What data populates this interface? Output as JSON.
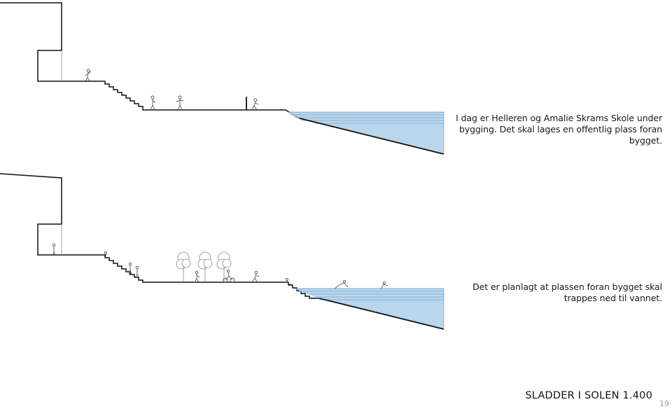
{
  "captions": {
    "top": "I dag er Helleren og Amalie Skrams Skole under bygging. Det skal lages en offentlig plass foran bygget.",
    "bottom": "Det er planlagt at plassen foran bygget skal trappes ned til vannet."
  },
  "footer": {
    "title": "SLADDER I SOLEN 1.400",
    "page_number": "19"
  },
  "colors": {
    "line": "#111111",
    "water_fill": "#b9d6ec",
    "water_line": "#5f8fc4",
    "figure": "#555555",
    "tree": "#8a8a8a"
  }
}
